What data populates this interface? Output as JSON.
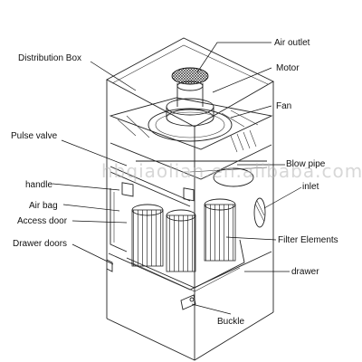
{
  "labels": {
    "air_outlet": "Air outlet",
    "distribution_box": "Distribution Box",
    "motor": "Motor",
    "fan": "Fan",
    "pulse_valve": "Pulse valve",
    "blow_pipe": "Blow pipe",
    "handle": "handle",
    "inlet": "inlet",
    "air_bag": "Air bag",
    "access_door": "Access door",
    "filter_elements": "Filter Elements",
    "drawer_doors": "Drawer doors",
    "drawer": "drawer",
    "buckle": "Buckle"
  },
  "watermark": "hbqiaolian.en.alibaba.com"
}
